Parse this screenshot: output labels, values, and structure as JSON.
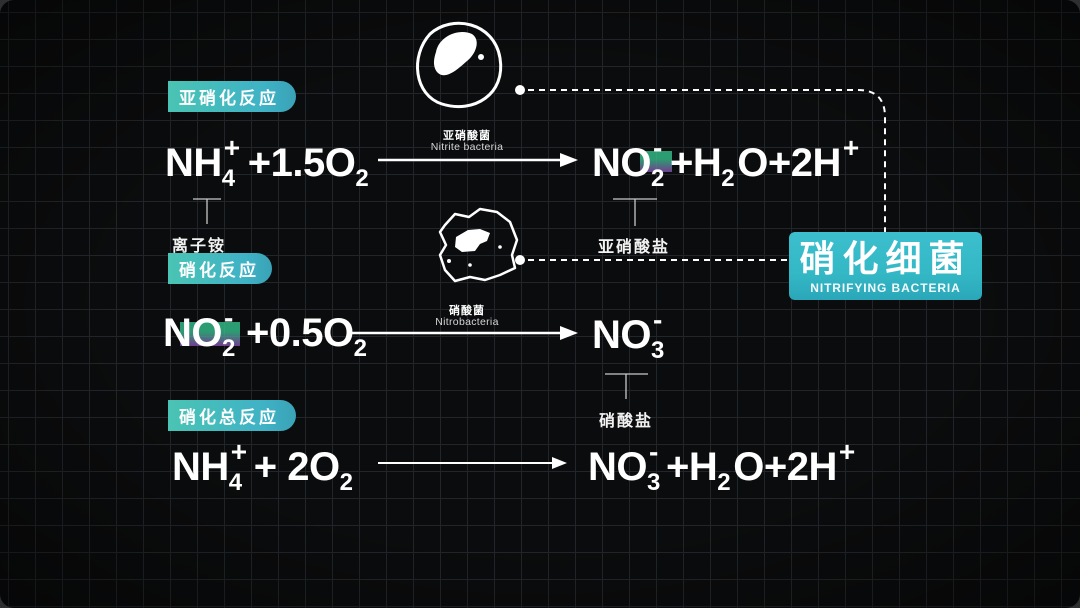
{
  "badges": {
    "nitritation_label": "亚硝化反应",
    "nitratation_label": "硝化反应",
    "overall_label": "硝化总反应"
  },
  "reaction_1": {
    "reactant": {
      "a": "NH",
      "a_sub": "4",
      "a_sup": "+",
      "b": "+1.5O",
      "b_sub": "2"
    },
    "catalyst_cn": "亚硝酸菌",
    "catalyst_en": "Nitrite bacteria",
    "product": {
      "a": "NO",
      "a_sub": "2",
      "a_sup": "-",
      "b": "+H",
      "b_sub": "2",
      "c": "O+2H",
      "c_sup": "+"
    },
    "reactant_note": "离子铵",
    "product_note": "亚硝酸盐"
  },
  "reaction_2": {
    "reactant": {
      "a": "NO",
      "a_sub": "2",
      "a_sup": "-",
      "b": "+0.5O",
      "b_sub": "2"
    },
    "catalyst_cn": "硝酸菌",
    "catalyst_en": "Nitrobacteria",
    "product": {
      "a": "NO",
      "a_sub": "3",
      "a_sup": "-"
    },
    "product_note": "硝酸盐"
  },
  "reaction_3": {
    "reactant": {
      "a": "NH",
      "a_sub": "4",
      "a_sup": "+",
      "b": "+ 2O",
      "b_sub": "2"
    },
    "product": {
      "a": "NO",
      "a_sub": "3",
      "a_sup": "-",
      "b": "+H",
      "b_sub": "2",
      "c": "O+2H",
      "c_sup": "+"
    }
  },
  "nitrifying_bacteria": {
    "title": "硝化细菌",
    "subtitle": "NITRIFYING BACTERIA"
  },
  "icons": {
    "nitrite_bacteria": "nitrite-bacteria-cell-icon",
    "nitrobacteria": "nitrobacteria-cell-icon",
    "reaction_arrow": "right-arrow-icon"
  },
  "colors": {
    "accent": "#34b8c6",
    "tag_start": "#4ac4b4",
    "tag_end": "#3fb2c6",
    "highlight_top": "#36c48e",
    "highlight_bottom": "#8e4db6",
    "background": "#0b0c0d"
  }
}
